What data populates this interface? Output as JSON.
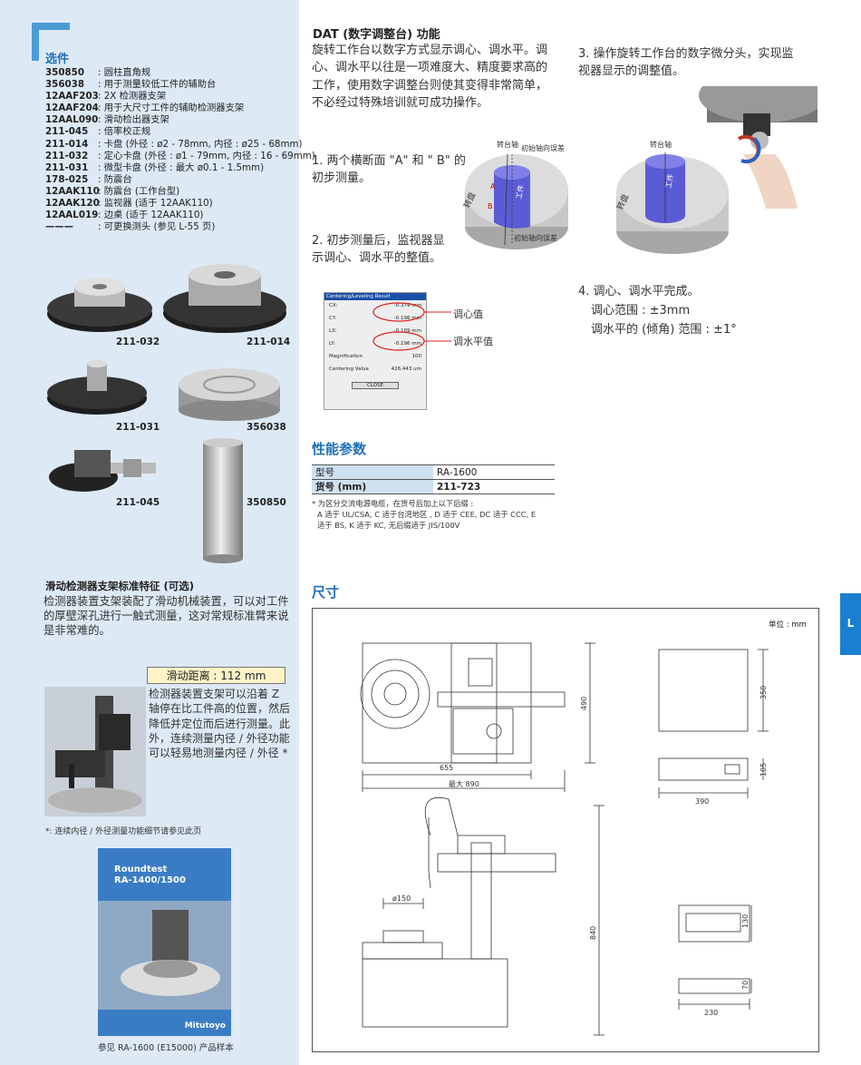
{
  "options": {
    "title": "选件",
    "items": [
      {
        "code": "350850",
        "desc": "圆柱直角规"
      },
      {
        "code": "356038",
        "desc": "用于测量较低工件的辅助台"
      },
      {
        "code": "12AAF203",
        "desc": "2X 检测器支架"
      },
      {
        "code": "12AAF204",
        "desc": "用于大尺寸工件的辅助检测器支架"
      },
      {
        "code": "12AAL090",
        "desc": "滑动检出器支架"
      },
      {
        "code": "211-045",
        "desc": "倍率校正规"
      },
      {
        "code": "211-014",
        "desc": "卡盘 (外径 : ø2 - 78mm, 内径 : ø25 - 68mm)"
      },
      {
        "code": "211-032",
        "desc": "定心卡盘 (外径 : ø1 - 79mm, 内径 : 16 - 69mm)"
      },
      {
        "code": "211-031",
        "desc": "微型卡盘 (外径 : 最大 ø0.1 - 1.5mm)"
      },
      {
        "code": "178-025",
        "desc": "防震台"
      },
      {
        "code": "12AAK110",
        "desc": "防震台 (工作台型)"
      },
      {
        "code": "12AAK120",
        "desc": "监视器 (适于 12AAK110)"
      },
      {
        "code": "12AAL019",
        "desc": "边桌 (适于 12AAK110)"
      },
      {
        "code": "———",
        "desc": "可更换测头 (参见 L-55 页)"
      }
    ]
  },
  "photo_captions": {
    "p211032": "211-032",
    "p211014": "211-014",
    "p211031": "211-031",
    "p356038": "356038",
    "p211045": "211-045",
    "p350850": "350850"
  },
  "slide": {
    "title": "滑动检测器支架标准特征 (可选)",
    "body": "检测器装置支架装配了滑动机械装置，可以对工件的厚壁深孔进行一触式测量，这对常规标准臂来说是非常难的。",
    "distance": "滑动距离 : 112 mm",
    "desc": "检测器装置支架可以沿着 Z 轴停在比工件高的位置，然后降低并定位而后进行测量。此外，连续测量内径 / 外径功能可以轻易地测量内径 / 外径 *",
    "note": "*: 连续内径 / 外径测量功能细节请参见此页"
  },
  "brochure": {
    "title1": "Roundtest",
    "title2": "RA-1400/1500",
    "brand": "Mitutoyo",
    "caption": "参见 RA-1600 (E15000) 产品样本"
  },
  "dat": {
    "title": "DAT (数字调整台) 功能",
    "body": "旋转工作台以数字方式显示调心、调水平。调心、调水平以往是一项难度大、精度要求高的工作，使用数字调整台则使其变得非常简单，不必经过特殊培训就可成功操作。",
    "step1": "1. 两个横断面 \"A\" 和 \" B\" 的初步测量。",
    "step2": "2. 初步测量后，监视器显示调心、调水平的整值。",
    "step3": "3. 操作旋转工作台的数字微分头，实现监视器显示的调整值。",
    "step4_title": "4. 调心、调水平完成。",
    "step4_line1": "调心范围 : ±3mm",
    "step4_line2": "调水平的 (倾角) 范围 : ±1°",
    "labels": {
      "turntable": "转台轴",
      "initial_axis_error_top": "初始轴向误差",
      "initial_axis_error_bottom": "初始轴向误差",
      "workpiece": "工件",
      "disk": "转盘",
      "turntable2": "转台轴",
      "workpiece2": "工件",
      "disk2": "转盘",
      "centering_value": "调心值",
      "leveling_value": "调水平值"
    },
    "dialog": {
      "title": "Centering/Leveling Result",
      "rows": [
        {
          "k": "CX:",
          "v": "-0.379 mm"
        },
        {
          "k": "CY:",
          "v": "-0.196 mm"
        },
        {
          "k": "LX:",
          "v": "-0.109 mm"
        },
        {
          "k": "LY:",
          "v": "-0.196 mm"
        },
        {
          "k": "Magnification",
          "v": "100"
        },
        {
          "k": "Centering Value",
          "v": "426.443 um"
        }
      ],
      "close": "CLOSE"
    }
  },
  "spec": {
    "title": "性能参数",
    "rows": [
      {
        "label": "型号",
        "value": "RA-1600"
      },
      {
        "label": "货号 (mm)",
        "value": "211-723"
      }
    ],
    "note_line1": "* 为区分交流电源电缆，在货号后加上以下后缀 :",
    "note_line2": "A 适于 UL/CSA, C 适于台湾地区 , D 适于 CEE, DC 适于 CCC, E",
    "note_line3": "适于 BS, K 适于 KC, 无后缀适于 JIS/100V"
  },
  "dims": {
    "title": "尺寸",
    "unit": "单位 : mm",
    "d655": "655",
    "d890": "最大 890",
    "d490": "490",
    "d350": "350",
    "d105": "105",
    "d390": "390",
    "d150": "ø150",
    "d840": "840",
    "d130": "130",
    "d70": "70",
    "d230": "230"
  },
  "side_tab": "L"
}
